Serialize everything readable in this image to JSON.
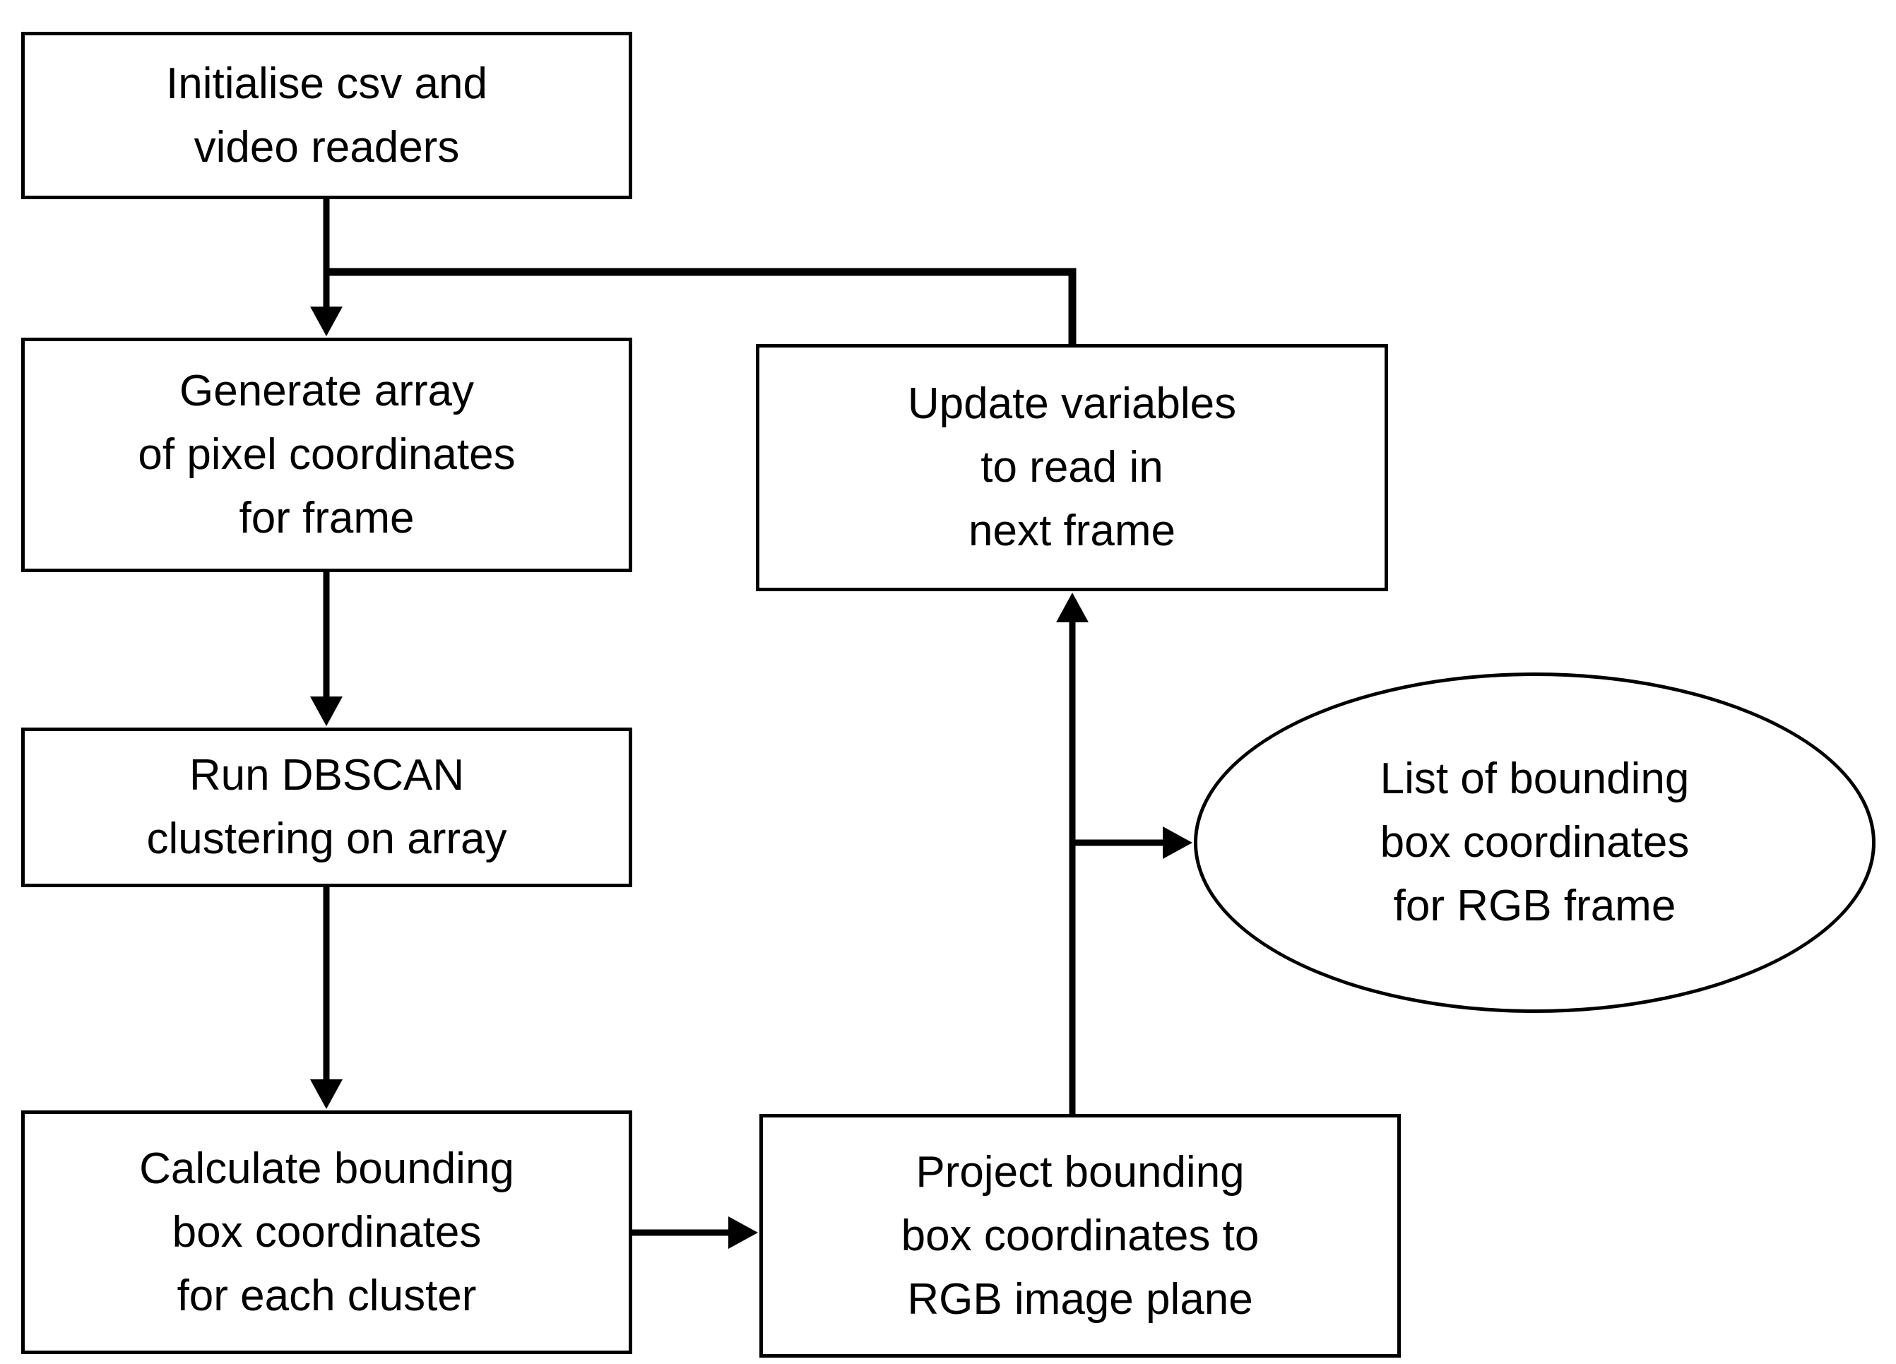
{
  "diagram": {
    "type": "flowchart",
    "background_color": "#ffffff",
    "stroke_color": "#000000",
    "text_color": "#000000",
    "nodes": {
      "init": {
        "shape": "rectangle",
        "label": "Initialise csv and\nvideo readers"
      },
      "generate": {
        "shape": "rectangle",
        "label": "Generate array\nof pixel coordinates\nfor frame"
      },
      "dbscan": {
        "shape": "rectangle",
        "label": "Run DBSCAN\nclustering on array"
      },
      "calculate": {
        "shape": "rectangle",
        "label": "Calculate bounding\nbox coordinates\nfor each cluster"
      },
      "project": {
        "shape": "rectangle",
        "label": "Project bounding\nbox coordinates to\nRGB image plane"
      },
      "update": {
        "shape": "rectangle",
        "label": "Update variables\nto read in\nnext frame"
      },
      "output": {
        "shape": "ellipse",
        "label": "List of bounding\nbox coordinates\nfor RGB frame"
      }
    },
    "edges": [
      {
        "from": "init",
        "to": "generate",
        "arrow": true
      },
      {
        "from": "update",
        "to": "generate",
        "arrow": false,
        "note": "feedback loop merging into init-to-generate arrow"
      },
      {
        "from": "generate",
        "to": "dbscan",
        "arrow": true
      },
      {
        "from": "dbscan",
        "to": "calculate",
        "arrow": true
      },
      {
        "from": "calculate",
        "to": "project",
        "arrow": true
      },
      {
        "from": "project",
        "to": "update",
        "arrow": true
      },
      {
        "from": "project",
        "to": "output",
        "arrow": true
      }
    ]
  }
}
